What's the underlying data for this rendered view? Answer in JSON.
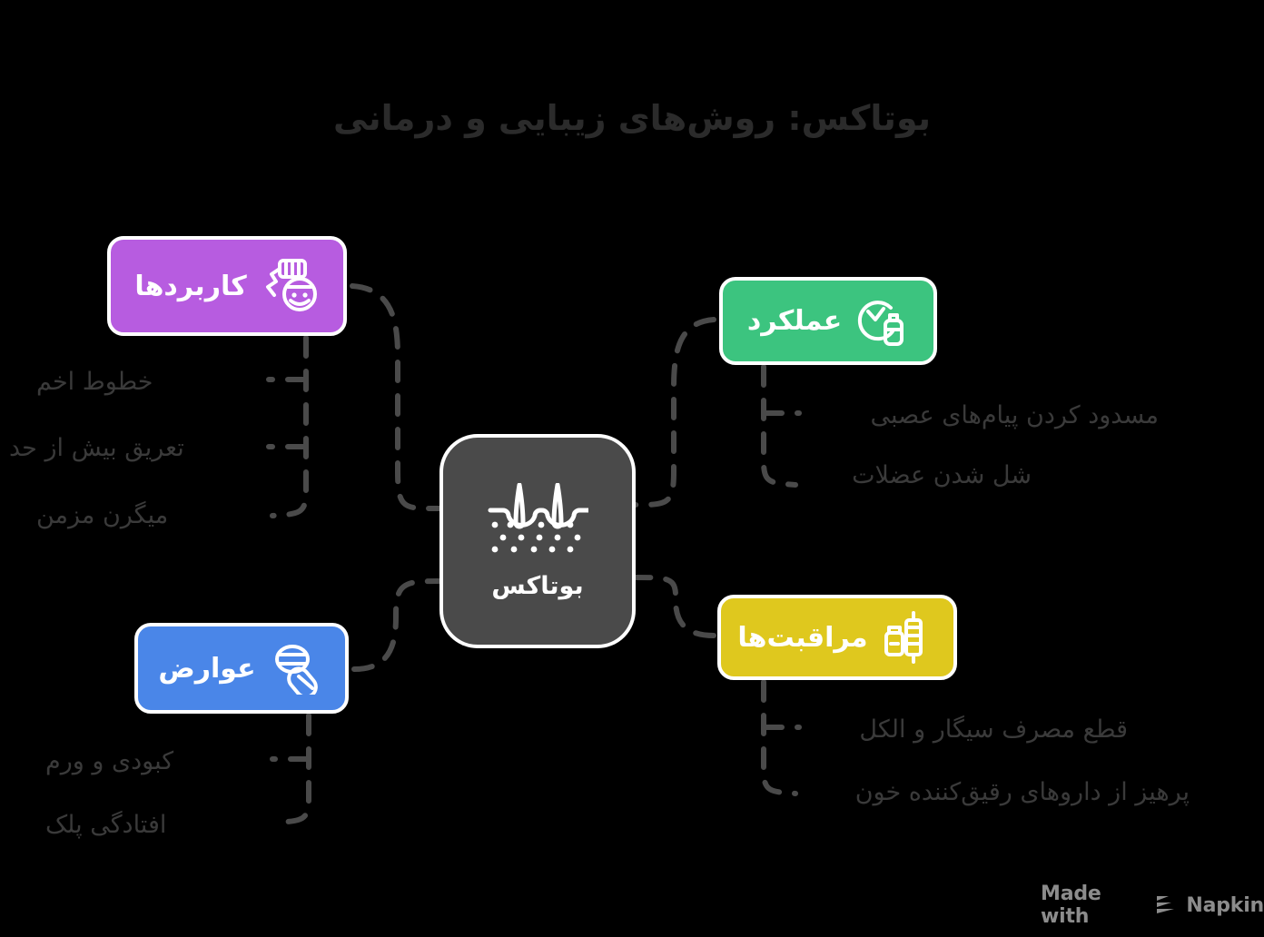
{
  "page": {
    "title": "بوتاکس: روش‌های زیبایی و درمانی",
    "background_color": "#000000",
    "text_color": "#2b2b2b"
  },
  "center": {
    "label": "بوتاکس",
    "icon": "skin-wrinkles-icon",
    "color": "#4a4a4a"
  },
  "branches": [
    {
      "id": "applications",
      "label": "کاربردها",
      "icon": "laser-device-face-icon",
      "color": "#b75ce0",
      "position": "top-right",
      "items": [
        "خطوط اخم",
        "تعریق بیش از حد",
        "میگرن مزمن"
      ]
    },
    {
      "id": "function",
      "label": "عملکرد",
      "icon": "clock-bottle-icon",
      "color": "#3cc47f",
      "position": "top-left",
      "items": [
        "مسدود کردن پیام‌های عصبی",
        "شل شدن عضلات"
      ]
    },
    {
      "id": "side-effects",
      "label": "عوارض",
      "icon": "pills-icon",
      "color": "#4a86e8",
      "position": "bottom-right",
      "items": [
        "کبودی و ورم",
        "افتادگی پلک"
      ]
    },
    {
      "id": "care",
      "label": "مراقبت‌ها",
      "icon": "syringe-vial-icon",
      "color": "#dfc81e",
      "position": "bottom-left",
      "items": [
        "قطع مصرف سیگار و الکل",
        "پرهیز از داروهای رقیق‌کننده خون"
      ]
    }
  ],
  "watermark": {
    "prefix": "Made with",
    "brand": "Napkin",
    "icon": "napkin-chevrons-icon",
    "color": "#8c8c8c"
  }
}
